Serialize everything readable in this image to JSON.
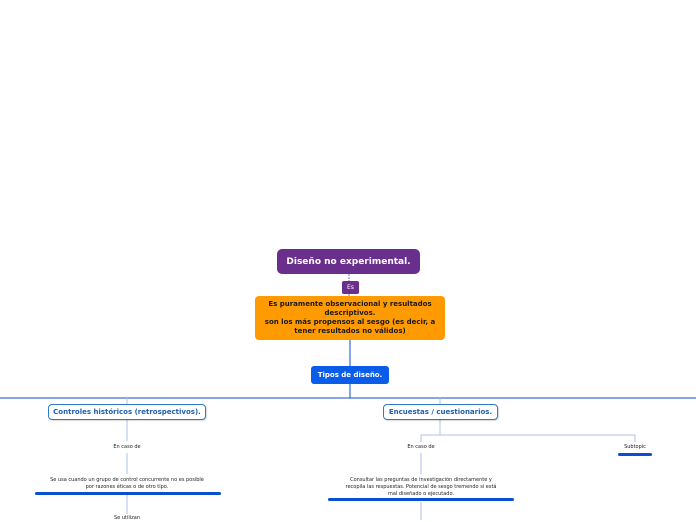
{
  "diagram": {
    "root": {
      "label": "Diseño no experimental."
    },
    "relation": {
      "label": "Es"
    },
    "definition": {
      "line1": "Es puramente observacional y resultados",
      "line2": "descriptivos.",
      "line3": "son los más propensos al sesgo (es decir, a",
      "line4": "tener resultados no válidos)"
    },
    "types": {
      "label": "Tipos de diseño."
    },
    "branches": {
      "controls": {
        "label": "Controles históricos (retrospectivos).",
        "relation": "En caso de",
        "description_line1": "Se usa cuando un grupo de control concurrente no es posible",
        "description_line2": "por razones éticas o de otro tipo.",
        "next_relation": "Se utilizan"
      },
      "surveys": {
        "label": "Encuestas / cuestionarios.",
        "relation": "En caso de",
        "description_line1": "Consultar las preguntas de investigación directamente y",
        "description_line2": "recopila las respuestas. Potencial de sesgo tremendo si está",
        "description_line3": "mal diseñado o ejecutado.",
        "subtopic": "Subtopic"
      }
    },
    "colors": {
      "root": "#6a2f8c",
      "definition": "#ff9a00",
      "types": "#0a5de8",
      "connector": "#0a4fd0",
      "branch_border": "#2e7bc4"
    }
  }
}
